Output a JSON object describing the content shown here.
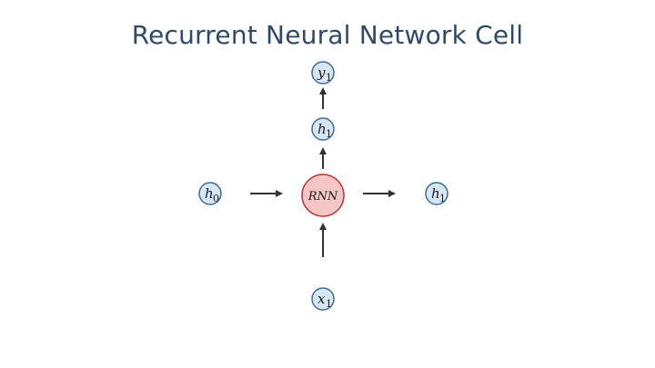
{
  "title": "Recurrent Neural Network Cell",
  "nodes": {
    "y1": {
      "base": "y",
      "sub": "1"
    },
    "h1_top": {
      "base": "h",
      "sub": "1"
    },
    "h0": {
      "base": "h",
      "sub": "0"
    },
    "rnn": {
      "label": "RNN"
    },
    "h1_right": {
      "base": "h",
      "sub": "1"
    },
    "x1": {
      "base": "x",
      "sub": "1"
    }
  },
  "colors": {
    "title": "#2e4a6b",
    "node_fill": "#d6e6f5",
    "node_stroke": "#3d6e9e",
    "cell_fill": "#f4c6c6",
    "cell_stroke": "#c0392b",
    "arrow": "#333333"
  }
}
